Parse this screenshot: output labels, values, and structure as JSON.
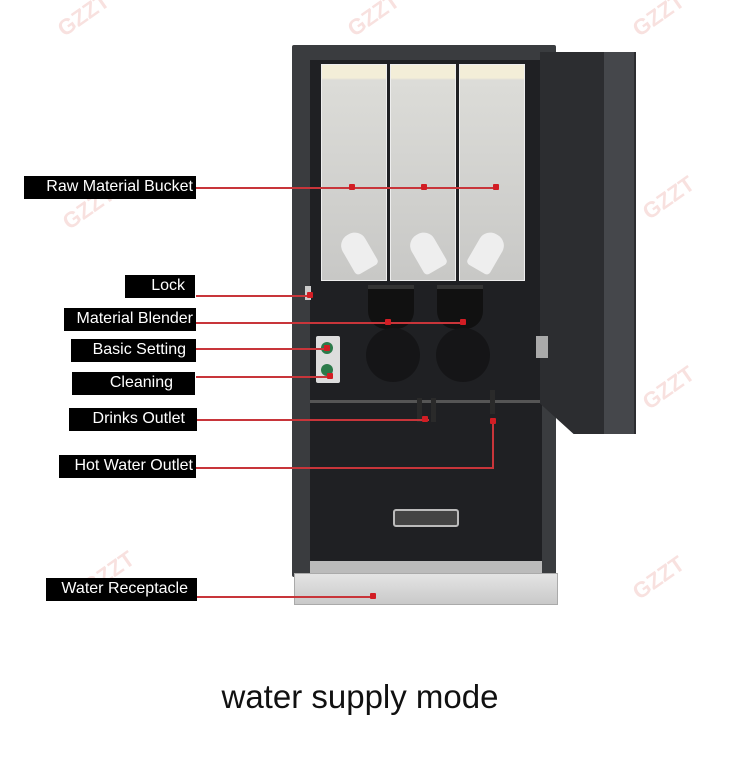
{
  "diagram": {
    "subject": "three-canister instant drink vending machine",
    "caption": "water supply mode",
    "watermark": "GZZT",
    "colors": {
      "label_bg": "#000000",
      "label_text": "#ffffff",
      "leader_line": "#c8353a",
      "body": "#3a3c3f"
    },
    "labels": [
      {
        "id": "raw-material-bucket",
        "text": "Raw Material Bucket"
      },
      {
        "id": "lock",
        "text": "Lock"
      },
      {
        "id": "material-blender",
        "text": "Material Blender"
      },
      {
        "id": "basic-setting",
        "text": "Basic Setting"
      },
      {
        "id": "cleaning",
        "text": "Cleaning"
      },
      {
        "id": "drinks-outlet",
        "text": "Drinks Outlet"
      },
      {
        "id": "hot-water-outlet",
        "text": "Hot Water Outlet"
      },
      {
        "id": "water-receptacle",
        "text": "Water Receptacle"
      }
    ]
  }
}
